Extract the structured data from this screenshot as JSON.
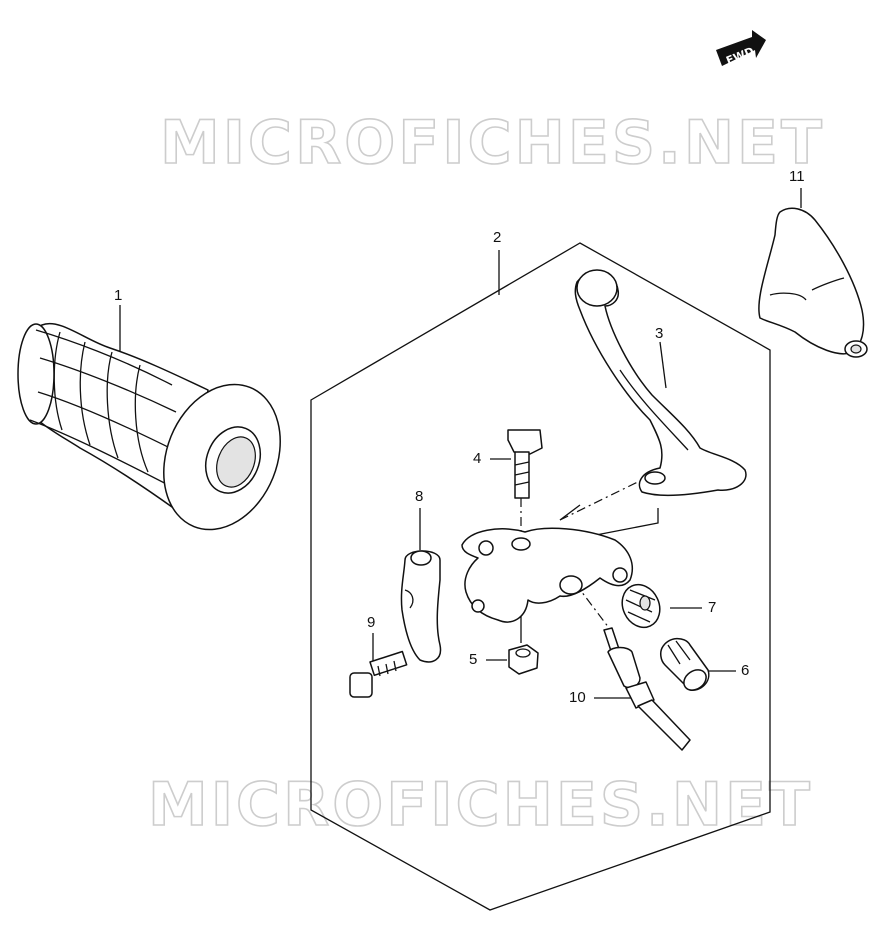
{
  "watermarks": {
    "top": "MICROFICHES.NET",
    "bottom": "MICROFICHES.NET"
  },
  "fwd_arrow": {
    "label": "FWD",
    "icon": "fwd-arrow-icon"
  },
  "callouts": [
    {
      "key": "c1",
      "label": "1"
    },
    {
      "key": "c2",
      "label": "2"
    },
    {
      "key": "c3",
      "label": "3"
    },
    {
      "key": "c4",
      "label": "4"
    },
    {
      "key": "c5",
      "label": "5"
    },
    {
      "key": "c6",
      "label": "6"
    },
    {
      "key": "c7",
      "label": "7"
    },
    {
      "key": "c8",
      "label": "8"
    },
    {
      "key": "c9",
      "label": "9"
    },
    {
      "key": "c10",
      "label": "10"
    },
    {
      "key": "c11",
      "label": "11"
    }
  ],
  "colors": {
    "line": "#111111",
    "watermark": "#c8c8c8",
    "background": "#ffffff"
  }
}
